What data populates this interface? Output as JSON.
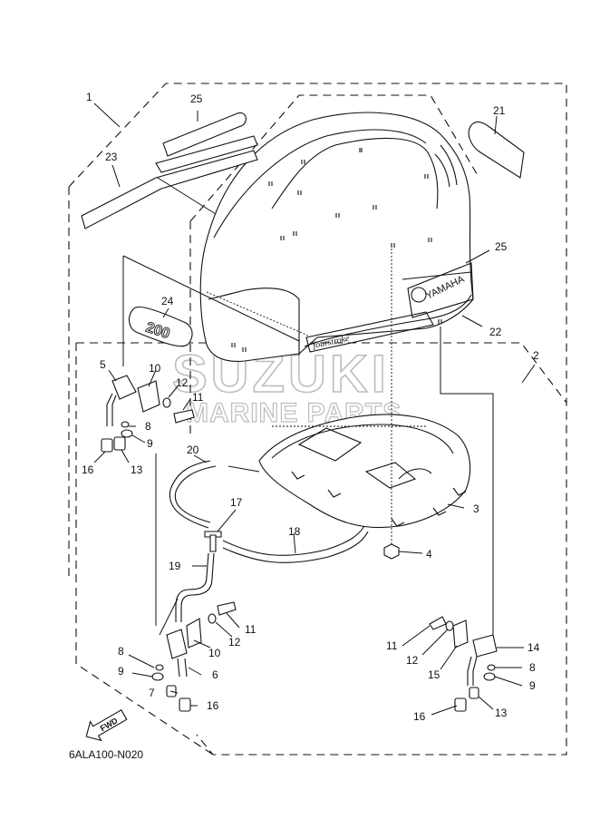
{
  "diagram": {
    "drawing_code": "6ALA100-N020",
    "fwd_label": "FWD",
    "watermark_line1": "SUZUKI",
    "watermark_line2": "MARINE PARTS",
    "cowl_badge_yamaha": "YAMAHA",
    "cowl_badge_fourstroke": "fourstroke",
    "logo_emblem_text": "200",
    "callouts": [
      "1",
      "2",
      "3",
      "4",
      "5",
      "6",
      "7",
      "8",
      "9",
      "10",
      "11",
      "12",
      "13",
      "14",
      "15",
      "16",
      "17",
      "18",
      "19",
      "20",
      "21",
      "22",
      "23",
      "24",
      "25"
    ]
  }
}
